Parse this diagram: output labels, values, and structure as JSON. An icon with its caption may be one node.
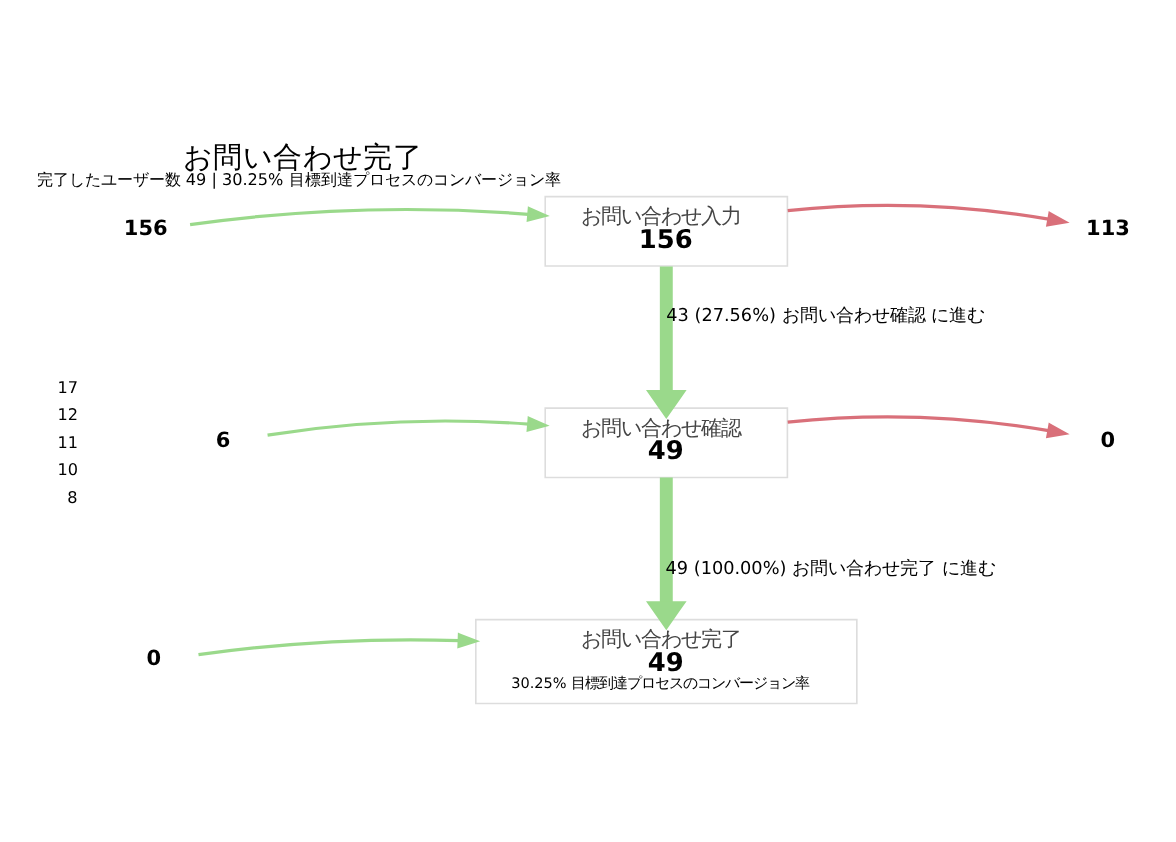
{
  "diagram": {
    "title": "お問い合わせ完了",
    "caption": "完了したユーザー数 49 | 30.25% 目標到達プロセスのコンバージョン率",
    "nodes": [
      {
        "text": [
          "お問い合わせ入力",
          "156"
        ]
      },
      {
        "text": [
          "お問い合わせ確認",
          "49"
        ]
      },
      {
        "text": [
          "お問い合わせ完了",
          "49",
          "30.25% 目標到達プロセスのコンバージョン率"
        ]
      },
      {
        "text": [
          "156"
        ]
      },
      {
        "text": [
          "113"
        ]
      },
      {
        "text": [
          "6"
        ]
      },
      {
        "text": [
          "0"
        ]
      },
      {
        "text": [
          "0"
        ]
      }
    ],
    "edges": [
      {
        "from": 3,
        "to": 0,
        "arrow": "to"
      },
      {
        "from": 0,
        "to": 4,
        "arrow": "to",
        "color": "#d9707a"
      },
      {
        "from": 0,
        "to": 1,
        "arrow": "to",
        "style": "thick",
        "label": "43 (27.56%) お問い合わせ確認 に進む"
      },
      {
        "from": 5,
        "to": 1,
        "arrow": "to"
      },
      {
        "from": 1,
        "to": 6,
        "arrow": "to",
        "color": "#d9707a"
      },
      {
        "from": 1,
        "to": 2,
        "arrow": "to",
        "style": "thick",
        "label": "49 (100.00%) お問い合わせ完了 に進む"
      },
      {
        "from": 7,
        "to": 2,
        "arrow": "to"
      }
    ],
    "labels": [
      "17",
      "12",
      "11",
      "10",
      "8"
    ]
  }
}
